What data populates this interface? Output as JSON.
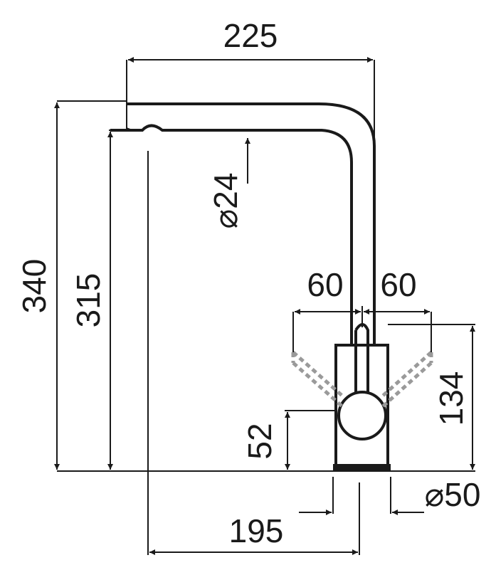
{
  "dimensions": {
    "spout_reach": "225",
    "total_height": "340",
    "spout_height": "315",
    "spout_diameter": "⌀24",
    "handle_left": "60",
    "handle_right": "60",
    "handle_height": "134",
    "lever_height": "52",
    "base_diameter": "⌀50",
    "base_to_spout": "195"
  },
  "colors": {
    "line": "#1a1a1a",
    "dashed_handle": "#9a9a9a",
    "background": "#ffffff"
  }
}
